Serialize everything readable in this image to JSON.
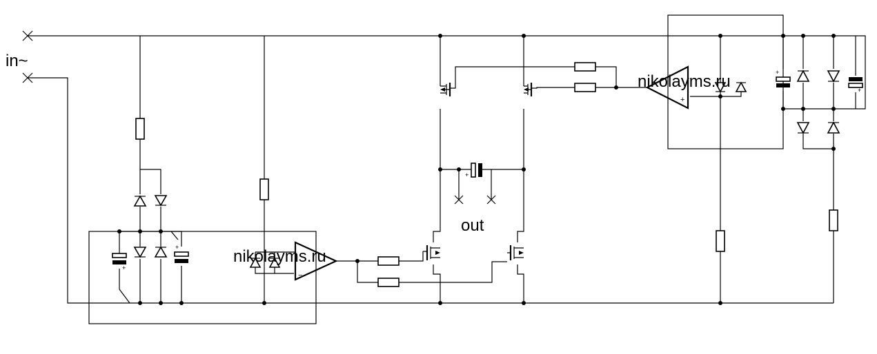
{
  "labels": {
    "input": "in~",
    "output": "out",
    "watermark_left": "nikolayms.ru",
    "watermark_right": "nikolayms.ru",
    "polarity_plus": "+",
    "polarity_minus": "−"
  },
  "colors": {
    "ink": "#000000",
    "background": "#ffffff"
  },
  "icons": {
    "terminal": "cross-icon",
    "resistor": "resistor-icon",
    "diode": "diode-icon",
    "capacitor": "capacitor-icon",
    "mosfet": "mosfet-icon",
    "opamp": "opamp-icon",
    "junction": "junction-dot"
  }
}
